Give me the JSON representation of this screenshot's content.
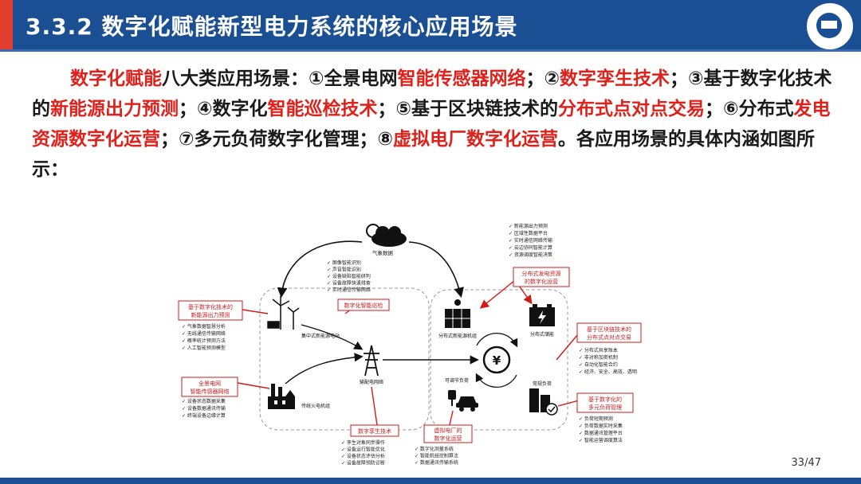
{
  "header": {
    "title": "3.3.2 数字化赋能新型电力系统的核心应用场景"
  },
  "paragraph": {
    "s1": "数字化赋能",
    "s2": "八大类应用场景：①全景电网",
    "s3": "智能传感器网络",
    "s4": "；②",
    "s5": "数字孪生技术",
    "s6": "；③基于数字化技术的",
    "s7": "新能源出力预测",
    "s8": "；④数字化",
    "s9": "智能巡检技术",
    "s10": "；⑤基于区块链技术的",
    "s11": "分布式点对点交易",
    "s12": "；⑥分布式",
    "s13": "发电资源数字化运营",
    "s14": "；⑦多元负荷数字化管理；⑧",
    "s15": "虚拟电厂数字化运营",
    "s16": "。各应用场景的具体内涵如图所示："
  },
  "diagram": {
    "weather": "气象数据",
    "wind_station": "集中式新能源电站",
    "thermal": "传统火电机组",
    "grid": "输配电网络",
    "dist_gen": "分布式新能源机组",
    "storage": "分布式储能",
    "adjustable": "可调节负荷",
    "regular": "常规负荷",
    "yen": "¥",
    "box_forecast": [
      "基于数字化技术的",
      "新能源出力预测"
    ],
    "box_inspection": "数字化智能巡检",
    "box_sensor": [
      "全景电网",
      "智能传感器网络"
    ],
    "box_twin": "数字孪生技术",
    "box_vpp": [
      "虚拟电厂的",
      "数字化运营"
    ],
    "box_dist_op": [
      "分布式发电资源",
      "的数字化运营"
    ],
    "box_p2p": [
      "基于区块链技术的",
      "分布式点对点交易"
    ],
    "box_load": [
      "基于数字化的",
      "多元负荷管理"
    ],
    "list_inspection": [
      "图像智能识别",
      "声音智能识别",
      "设备缺陷智能研判",
      "设备故障快速排查",
      "实时通信传输网络"
    ],
    "list_forecast": [
      "气象数据智慧分析",
      "无线通信传输网络",
      "概率统计预测方法",
      "人工智能预测模型"
    ],
    "list_sensor": [
      "设备状态数据采集",
      "设备数据通讯传输",
      "终端设备边缘计算"
    ],
    "list_twin": [
      "孪生对象同步操作",
      "设备运行智能优化",
      "设备状态评估分析",
      "设备故障预防诊断"
    ],
    "list_vpp": [
      "数字化测量系统",
      "智能机组控制算法",
      "数据通讯传输系统"
    ],
    "list_dist_op": [
      "新能源出力预测",
      "区域性数据平台",
      "实时通信网络传输",
      "云边协同智能计算",
      "资源调度智能决策"
    ],
    "list_p2p": [
      "分布式共享账本",
      "非对称加密机制",
      "自动化智能合约",
      "经济、安全、高效、透明"
    ],
    "list_load": [
      "负荷短期预测",
      "负荷数据实时采集",
      "数据通讯管理平台",
      "智能运营调度算法"
    ]
  },
  "page": {
    "number": "33/47"
  },
  "colors": {
    "header_bg": "#1b4f93",
    "accent_red": "#e0211b",
    "diagram_text": "#1a1a1a"
  }
}
